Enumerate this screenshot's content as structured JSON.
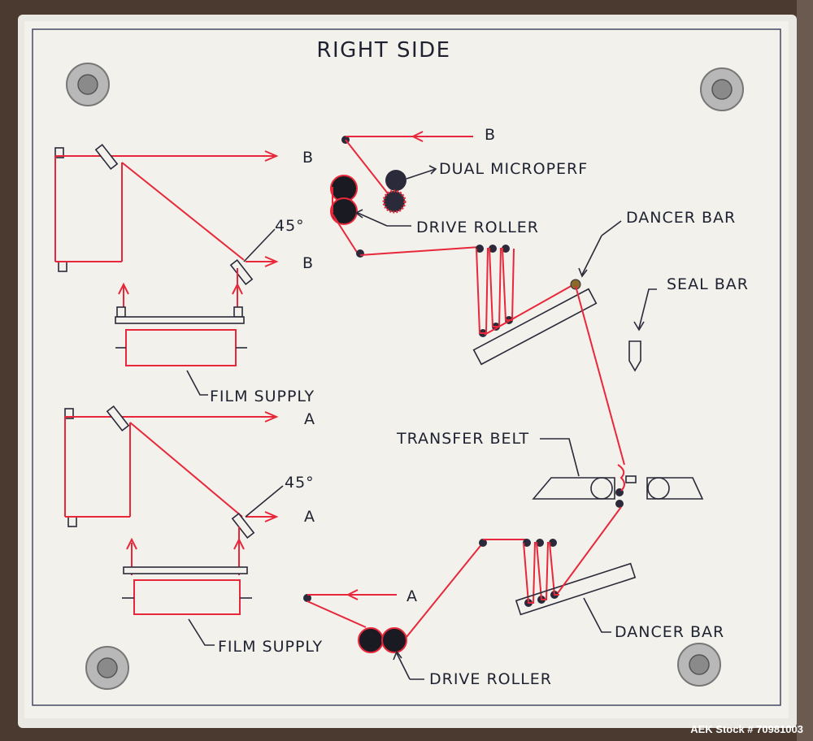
{
  "panel": {
    "title": "RIGHT SIDE",
    "stock_label": "AEK Stock # 70981003"
  },
  "labels": {
    "b_top": "B",
    "b_left_top": "B",
    "b_left_mid": "B",
    "dual_microperf": "DUAL MICROPERF",
    "drive_roller_top": "DRIVE ROLLER",
    "dancer_bar_top": "DANCER BAR",
    "seal_bar": "SEAL BAR",
    "angle_top": "45°",
    "film_supply_top": "FILM SUPPLY",
    "a_left_top": "A",
    "a_left_mid": "A",
    "angle_bottom": "45°",
    "transfer_belt": "TRANSFER BELT",
    "a_bottom": "A",
    "film_supply_bottom": "FILM SUPPLY",
    "dancer_bar_bottom": "DANCER BAR",
    "drive_roller_bottom": "DRIVE ROLLER"
  },
  "colors": {
    "film_path": "#e8283a",
    "outline": "#2a2a3a",
    "panel": "#f2f1ec",
    "background": "#4a3a30"
  }
}
